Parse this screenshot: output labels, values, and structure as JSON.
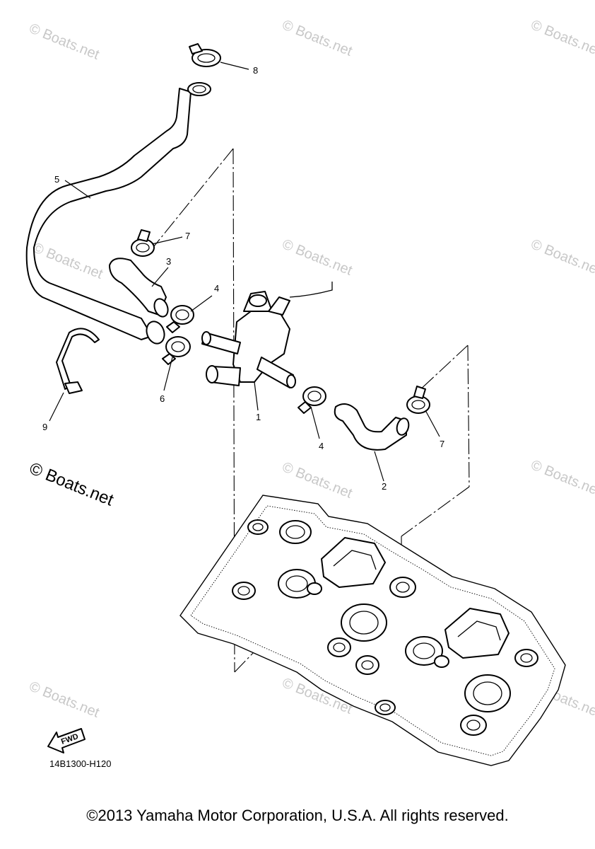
{
  "watermark": "© Boats.net",
  "watermark_large": "© Boats.net",
  "callouts": {
    "p1": "1",
    "p2": "2",
    "p3": "3",
    "p4a": "4",
    "p4b": "4",
    "p5": "5",
    "p6": "6",
    "p7a": "7",
    "p7b": "7",
    "p8": "8",
    "p9": "9"
  },
  "fwd_label": "FWD",
  "drawing_code": "14B1300-H120",
  "copyright": "©2013 Yamaha Motor Corporation, U.S.A. All rights reserved.",
  "colors": {
    "line": "#000000",
    "watermark": "#c8c8c8",
    "background": "#ffffff"
  }
}
